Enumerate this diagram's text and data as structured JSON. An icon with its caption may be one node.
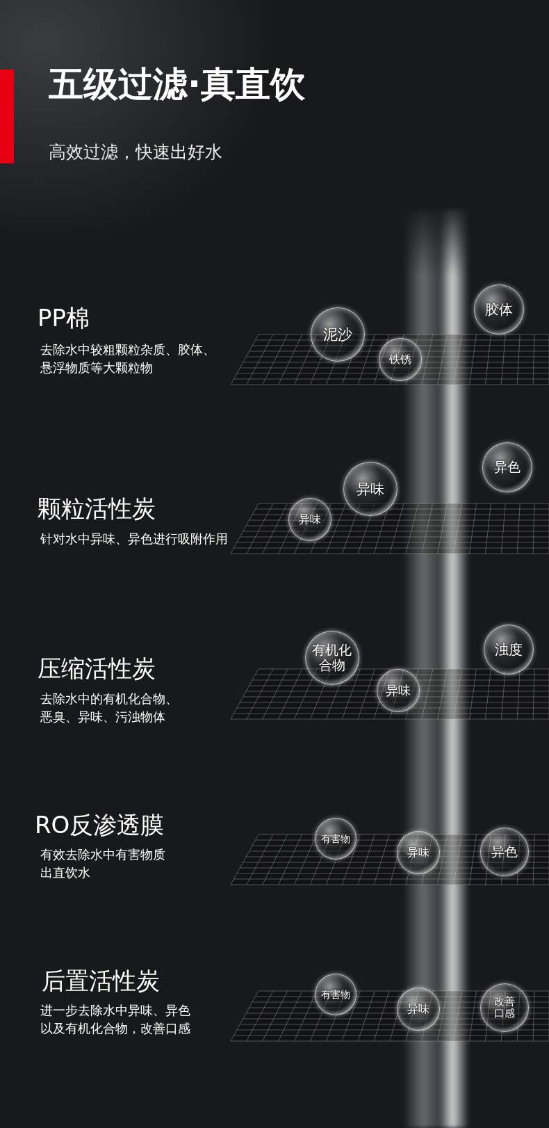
{
  "diagram": {
    "title": "五级过滤·真直饮",
    "nodes": [
      {
        "text": [
          "胶体"
        ]
      },
      {
        "text": [
          "泥沙"
        ]
      },
      {
        "text": [
          "铁锈"
        ]
      },
      {
        "text": [
          "异色"
        ]
      },
      {
        "text": [
          "异味"
        ]
      },
      {
        "text": [
          "异味"
        ]
      },
      {
        "text": [
          "浊度"
        ]
      },
      {
        "text": [
          "有机化合物"
        ]
      },
      {
        "text": [
          "异味"
        ]
      },
      {
        "text": [
          "有害物"
        ]
      },
      {
        "text": [
          "异味"
        ]
      },
      {
        "text": [
          "异色"
        ]
      },
      {
        "text": [
          "有害物"
        ]
      },
      {
        "text": [
          "异味"
        ]
      },
      {
        "text": [
          "改善口感"
        ]
      }
    ],
    "labels": [
      "高效过滤，快速出好水",
      "PP棉",
      "去除水中较粗颗粒杂质、胶体、悬浮物质等大颗粒物",
      "颗粒活性炭",
      "针对水中异味、异色进行吸附作用",
      "压缩活性炭",
      "去除水中的有机化合物、恶臭、异味、污浊物体",
      "RO反渗透膜",
      "有效去除水中有害物质出直饮水",
      "后置活性炭",
      "进一步去除水中异味、异色以及有机化合物，改善口感"
    ]
  }
}
